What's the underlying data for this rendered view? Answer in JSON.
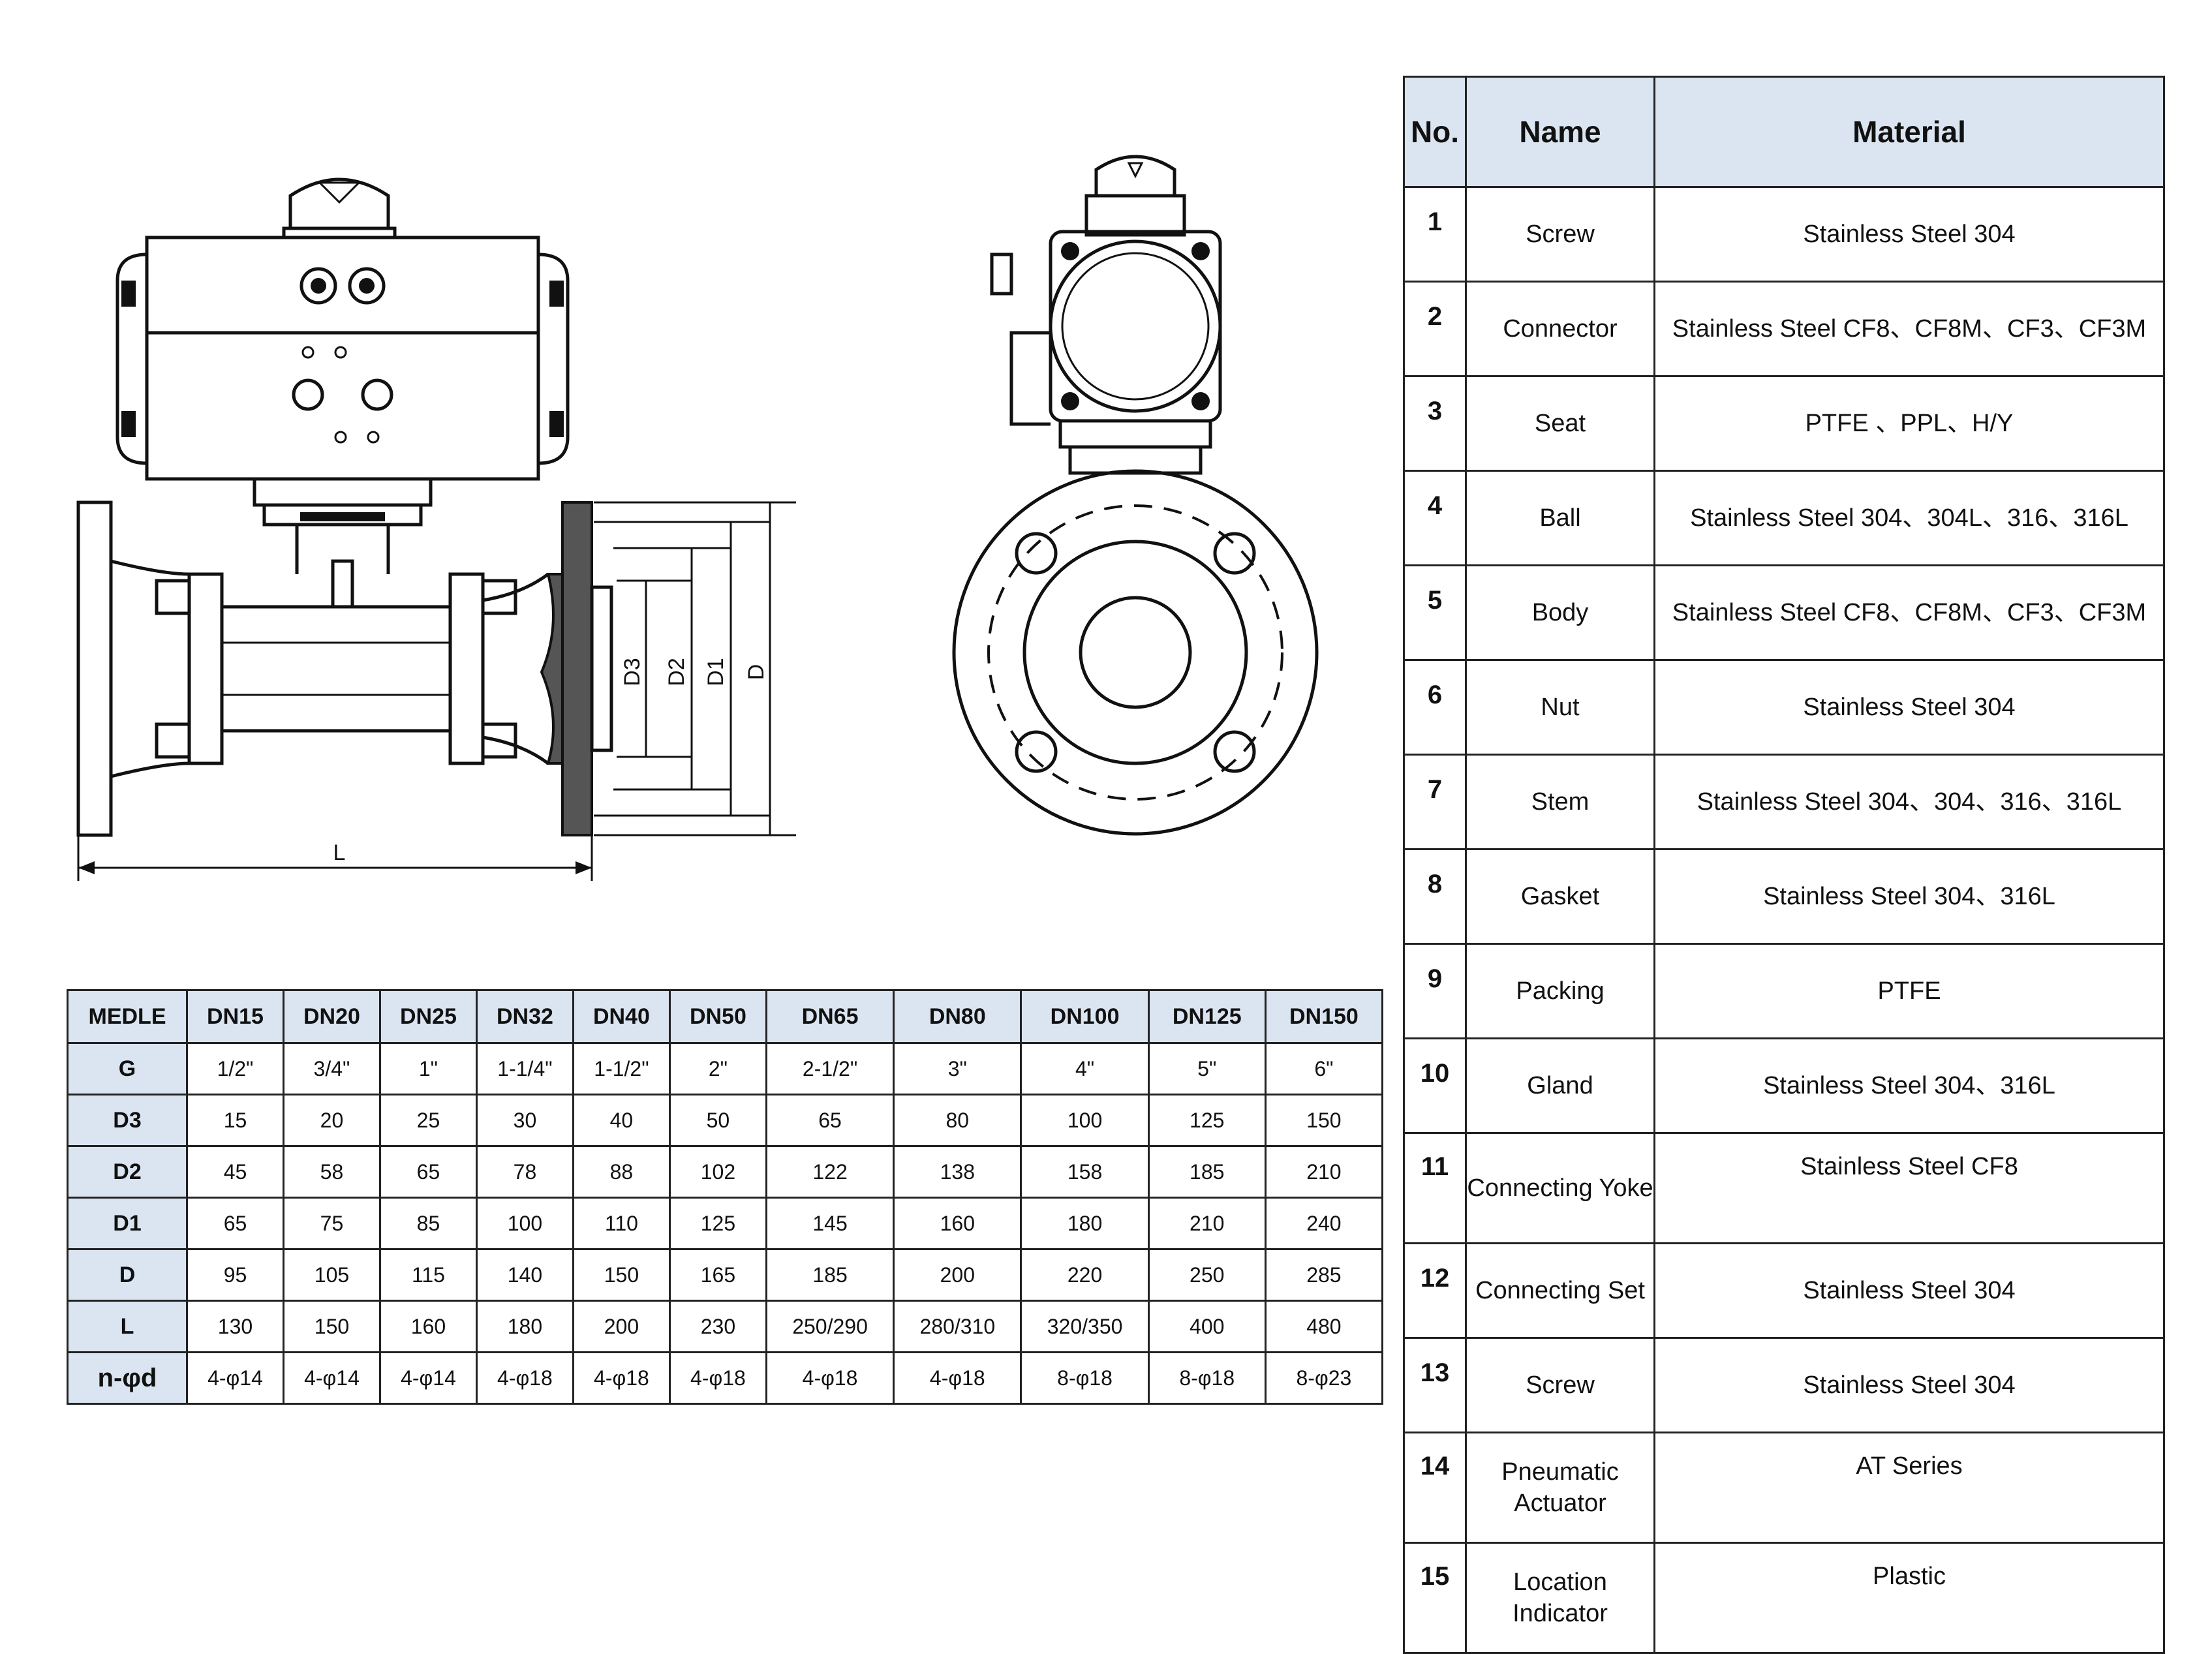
{
  "drawing": {
    "labels": {
      "d3": "D3",
      "d2": "D2",
      "d1": "D1",
      "d": "D",
      "l": "L"
    }
  },
  "material_table": {
    "headers": {
      "no": "No.",
      "name": "Name",
      "material": "Material"
    },
    "rows": [
      {
        "no": "1",
        "name": "Screw",
        "material": "Stainless Steel 304"
      },
      {
        "no": "2",
        "name": "Connector",
        "material": "Stainless Steel CF8、CF8M、CF3、CF3M"
      },
      {
        "no": "3",
        "name": "Seat",
        "material": "PTFE 、PPL、H/Y"
      },
      {
        "no": "4",
        "name": "Ball",
        "material": "Stainless Steel 304、304L、316、316L"
      },
      {
        "no": "5",
        "name": "Body",
        "material": "Stainless Steel CF8、CF8M、CF3、CF3M"
      },
      {
        "no": "6",
        "name": "Nut",
        "material": "Stainless Steel 304"
      },
      {
        "no": "7",
        "name": "Stem",
        "material": "Stainless Steel 304、304、316、316L"
      },
      {
        "no": "8",
        "name": "Gasket",
        "material": "Stainless Steel 304、316L"
      },
      {
        "no": "9",
        "name": "Packing",
        "material": "PTFE"
      },
      {
        "no": "10",
        "name": "Gland",
        "material": "Stainless Steel 304、316L"
      },
      {
        "no": "11",
        "name": "Connecting Yoke",
        "material": "Stainless Steel CF8"
      },
      {
        "no": "12",
        "name": "Connecting Set",
        "material": "Stainless Steel 304"
      },
      {
        "no": "13",
        "name": "Screw",
        "material": "Stainless Steel 304"
      },
      {
        "no": "14",
        "name": "Pneumatic Actuator",
        "material": "AT Series"
      },
      {
        "no": "15",
        "name": "Location Indicator",
        "material": "Plastic"
      }
    ]
  },
  "dimension_table": {
    "corner": "MEDLE",
    "columns": [
      "DN15",
      "DN20",
      "DN25",
      "DN32",
      "DN40",
      "DN50",
      "DN65",
      "DN80",
      "DN100",
      "DN125",
      "DN150"
    ],
    "rows": [
      {
        "label": "G",
        "values": [
          "1/2\"",
          "3/4\"",
          "1\"",
          "1-1/4\"",
          "1-1/2\"",
          "2\"",
          "2-1/2\"",
          "3\"",
          "4\"",
          "5\"",
          "6\""
        ]
      },
      {
        "label": "D3",
        "values": [
          "15",
          "20",
          "25",
          "30",
          "40",
          "50",
          "65",
          "80",
          "100",
          "125",
          "150"
        ]
      },
      {
        "label": "D2",
        "values": [
          "45",
          "58",
          "65",
          "78",
          "88",
          "102",
          "122",
          "138",
          "158",
          "185",
          "210"
        ]
      },
      {
        "label": "D1",
        "values": [
          "65",
          "75",
          "85",
          "100",
          "110",
          "125",
          "145",
          "160",
          "180",
          "210",
          "240"
        ]
      },
      {
        "label": "D",
        "values": [
          "95",
          "105",
          "115",
          "140",
          "150",
          "165",
          "185",
          "200",
          "220",
          "250",
          "285"
        ]
      },
      {
        "label": "L",
        "values": [
          "130",
          "150",
          "160",
          "180",
          "200",
          "230",
          "250/290",
          "280/310",
          "320/350",
          "400",
          "480"
        ]
      },
      {
        "label": "n-φd",
        "values": [
          "4-φ14",
          "4-φ14",
          "4-φ14",
          "4-φ18",
          "4-φ18",
          "4-φ18",
          "4-φ18",
          "4-φ18",
          "8-φ18",
          "8-φ18",
          "8-φ23"
        ]
      }
    ]
  }
}
